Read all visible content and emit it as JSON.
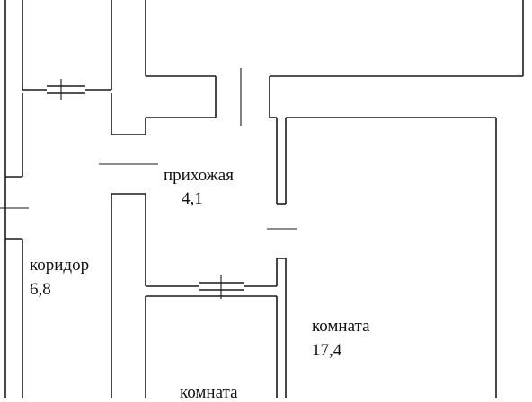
{
  "rooms": [
    {
      "id": "hallway",
      "name": "прихожая",
      "area": "4,1"
    },
    {
      "id": "corridor",
      "name": "коридор",
      "area": "6,8"
    },
    {
      "id": "room-large",
      "name": "комната",
      "area": "17,4"
    },
    {
      "id": "room-small",
      "name": "комната",
      "area": ""
    }
  ],
  "colors": {
    "line": "#1a1a1a",
    "background": "#ffffff",
    "text": "#111111"
  }
}
